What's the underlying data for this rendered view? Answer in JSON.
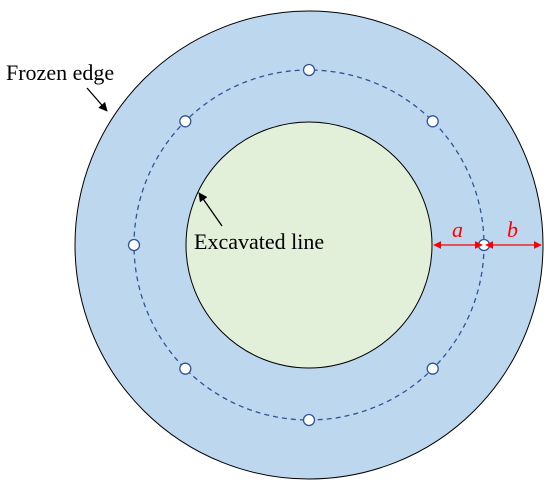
{
  "labels": {
    "frozen_edge": "Frozen edge",
    "excavated_line": "Excavated line",
    "dimension_a": "a",
    "dimension_b": "b"
  },
  "freeze_hole_count": 8,
  "colors": {
    "frozen_zone_fill": "#bdd7ee",
    "excavation_fill": "#e2efd9",
    "outline": "#000000",
    "freeze_ring_dashed": "#2f5597",
    "dimension_red": "#ff0000",
    "hole_fill": "#ffffff"
  }
}
